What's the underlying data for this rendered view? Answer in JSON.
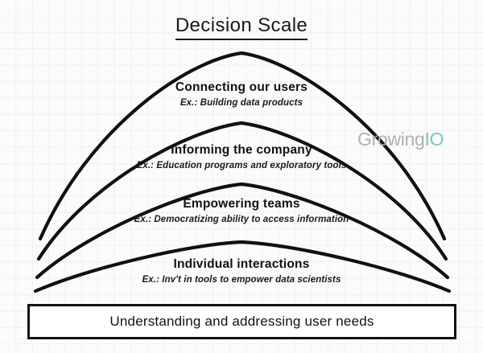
{
  "title": "Decision Scale",
  "watermark": {
    "part_a": "Growing",
    "part_b": "IO",
    "color_a": "#b0b0b0",
    "color_b": "#79c7c0"
  },
  "arches": [
    {
      "label": "Connecting our users",
      "example": "Ex.: Building data products"
    },
    {
      "label": "Informing the company",
      "example": "Ex.: Education programs and exploratory tools"
    },
    {
      "label": "Empowering teams",
      "example": "Ex.: Democratizing ability to access information"
    },
    {
      "label": "Individual interactions",
      "example": "Ex.: Inv't in tools to empower data scientists"
    }
  ],
  "base": {
    "label": "Understanding and addressing user needs"
  },
  "colors": {
    "ink": "#111111",
    "background": "#fbfbfb",
    "grid": "#f0f0f0",
    "box_fill": "#ffffff"
  }
}
